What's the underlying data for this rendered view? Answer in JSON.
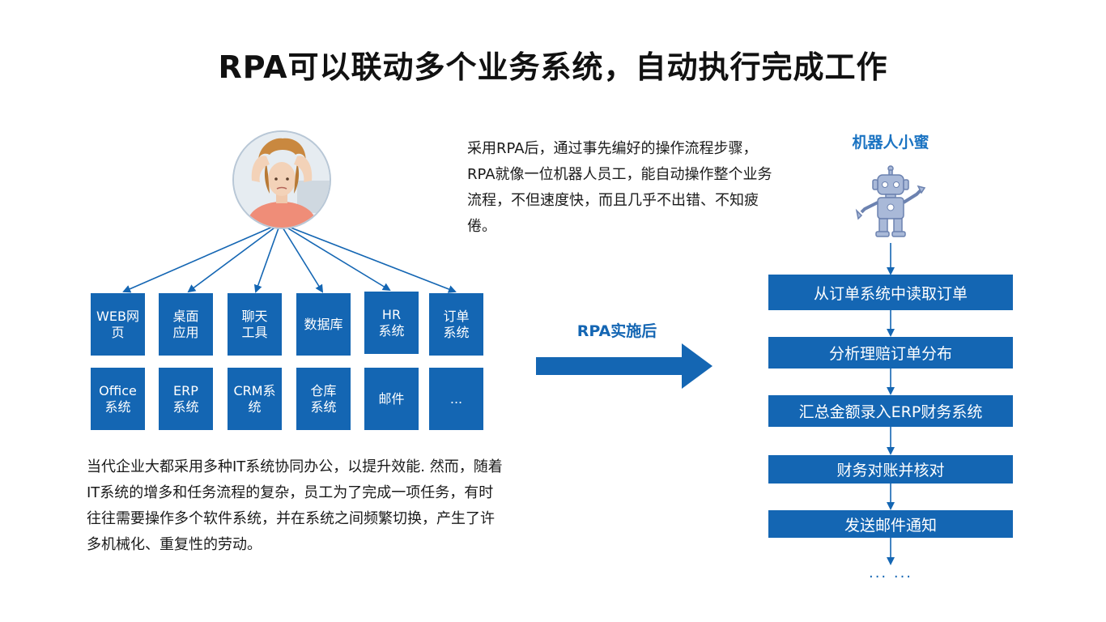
{
  "title": "RPA可以联动多个业务系统，自动执行完成工作",
  "systems_row1": [
    "WEB网\n页",
    "桌面\n应用",
    "聊天\n工具",
    "数据库",
    "HR\n系统",
    "订单\n系统"
  ],
  "systems_row2": [
    "Office\n系统",
    "ERP\n系统",
    "CRM系\n统",
    "仓库\n系统",
    "邮件",
    "..."
  ],
  "before_text": "当代企业大都采用多种IT系统协同办公，以提升效能. 然而，随着IT系统的增多和任务流程的复杂，员工为了完成一项任务，有时往往需要操作多个软件系统，并在系统之间频繁切换，产生了许多机械化、重复性的劳动。",
  "after_text": "采用RPA后，通过事先编好的操作流程步骤，RPA就像一位机器人员工，能自动操作整个业务流程，不但速度快，而且几乎不出错、不知疲倦。",
  "arrow_label": "RPA实施后",
  "robot_label": "机器人小蜜",
  "flow_steps": [
    "从订单系统中读取订单",
    "分析理赔订单分布",
    "汇总金额录入ERP财务系统",
    "财务对账并核对",
    "发送邮件通知"
  ],
  "flow_end": "... ...",
  "colors": {
    "accent": "#1466b3",
    "robot_text": "#1a73c2"
  },
  "icons": {
    "person": "stressed-woman-photo",
    "robot": "robot-icon"
  }
}
